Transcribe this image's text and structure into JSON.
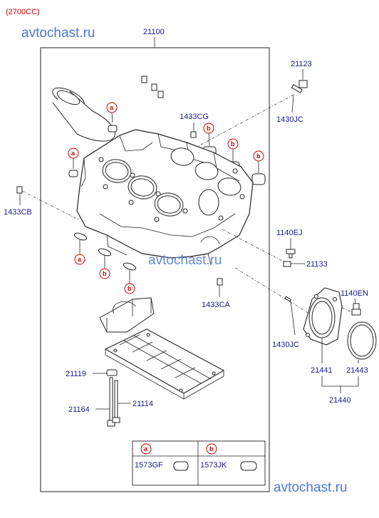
{
  "header": {
    "engine_label": "(2700CC)"
  },
  "watermarks": {
    "top": "avtochast.ru",
    "middle": "avtochast.ru",
    "bottom": "avtochast.ru"
  },
  "parts": {
    "p21100": "21100",
    "p21123": "21123",
    "p1430JC_top": "1430JC",
    "p1433CG": "1433CG",
    "p1433CB": "1433CB",
    "p1140EJ": "1140EJ",
    "p21133": "21133",
    "p1140EN": "1140EN",
    "p1433CA": "1433CA",
    "p1430JC_bottom": "1430JC",
    "p21119": "21119",
    "p21114": "21114",
    "p21164": "21164",
    "p21441": "21441",
    "p21443": "21443",
    "p21440": "21440"
  },
  "markers": {
    "a": "a",
    "b": "b"
  },
  "legend": {
    "col_a_marker": "a",
    "col_b_marker": "b",
    "col_a_part": "1573GF",
    "col_b_part": "1573JK"
  },
  "colors": {
    "label": "#1a1a8c",
    "marker": "#cc0000",
    "watermark": "#4a78d6"
  }
}
